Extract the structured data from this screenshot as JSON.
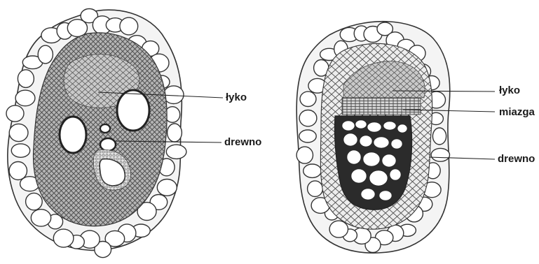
{
  "diagrams": [
    {
      "labels": {
        "phloem": "łyko",
        "xylem": "drewno"
      }
    },
    {
      "labels": {
        "phloem": "łyko",
        "cambium": "miazga",
        "xylem": "drewno"
      }
    }
  ],
  "colors": {
    "outline": "#333333",
    "cell_fill": "#ffffff",
    "tissue_gray": "#9a9a9a",
    "phloem_gray": "#bdbdbd",
    "xylem_dark": "#2b2b2b",
    "background": "#ffffff"
  }
}
